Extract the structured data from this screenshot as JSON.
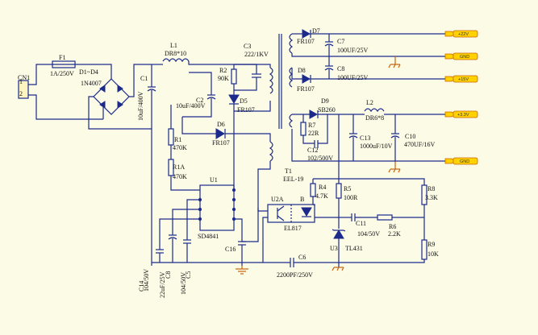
{
  "labels": {
    "cn1": "CN1",
    "f1": "F1",
    "f1_val": "1A/250V",
    "d1d4": "D1~D4",
    "d1d4_val": "1N4007",
    "c1": "C1",
    "c1_val": "10uF/400V",
    "l1": "L1",
    "l1_val": "DR8*10",
    "c2": "C2",
    "c2_val": "10uF/400V",
    "r2": "R2",
    "r2_val": "90K",
    "c3": "C3",
    "c3_val": "222/1KV",
    "d5": "D5",
    "d5_val": "FR107",
    "d6": "D6",
    "d6_val": "FR107",
    "r1": "R1",
    "r1_val": "470K",
    "r1a": "R1A",
    "r1a_val": "470K",
    "u1": "U1",
    "u1_val": "SD4841",
    "c14": "C14",
    "c14_val": "104/50V",
    "c8b": "C8",
    "c8b_val": "22uF/25V",
    "c5": "C5",
    "c5_val": "104/50V",
    "c16": "C16",
    "t1": "T1",
    "t1_val": "EEL-19",
    "d7": "D7",
    "d7_val": "FR107",
    "c7": "C7",
    "c7_val": "100UF/25V",
    "d8": "D8",
    "d8_val": "FR107",
    "c8": "C8",
    "c8_val": "100UF/25V",
    "d9": "D9",
    "d9_val": "SB260",
    "r7": "R7",
    "r7_val": "22R",
    "c12": "C12",
    "c12_val": "102/500V",
    "l2": "L2",
    "l2_val": "DR6*8",
    "c13": "C13",
    "c13_val": "1000uF/10V",
    "c10": "C10",
    "c10_val": "470UF/16V",
    "r4": "R4",
    "r4_val": "4.7K",
    "r5": "R5",
    "r5_val": "100R",
    "u2a": "U2A",
    "u2b": "B",
    "u2_val": "EL817",
    "c11": "C11",
    "c11_val": "104/50V",
    "r6": "R6",
    "r6_val": "2.2K",
    "u3": "U3",
    "u3_val": "TL431",
    "r8": "R8",
    "r8_val": "3.3K",
    "r9": "R9",
    "r9_val": "10K",
    "c6": "C6",
    "c6_val": "2200PF/250V"
  },
  "ports": {
    "p1": "+22V",
    "p2": "GND",
    "p3": "+15V",
    "p4": "+3.3V",
    "p5": "GND"
  }
}
